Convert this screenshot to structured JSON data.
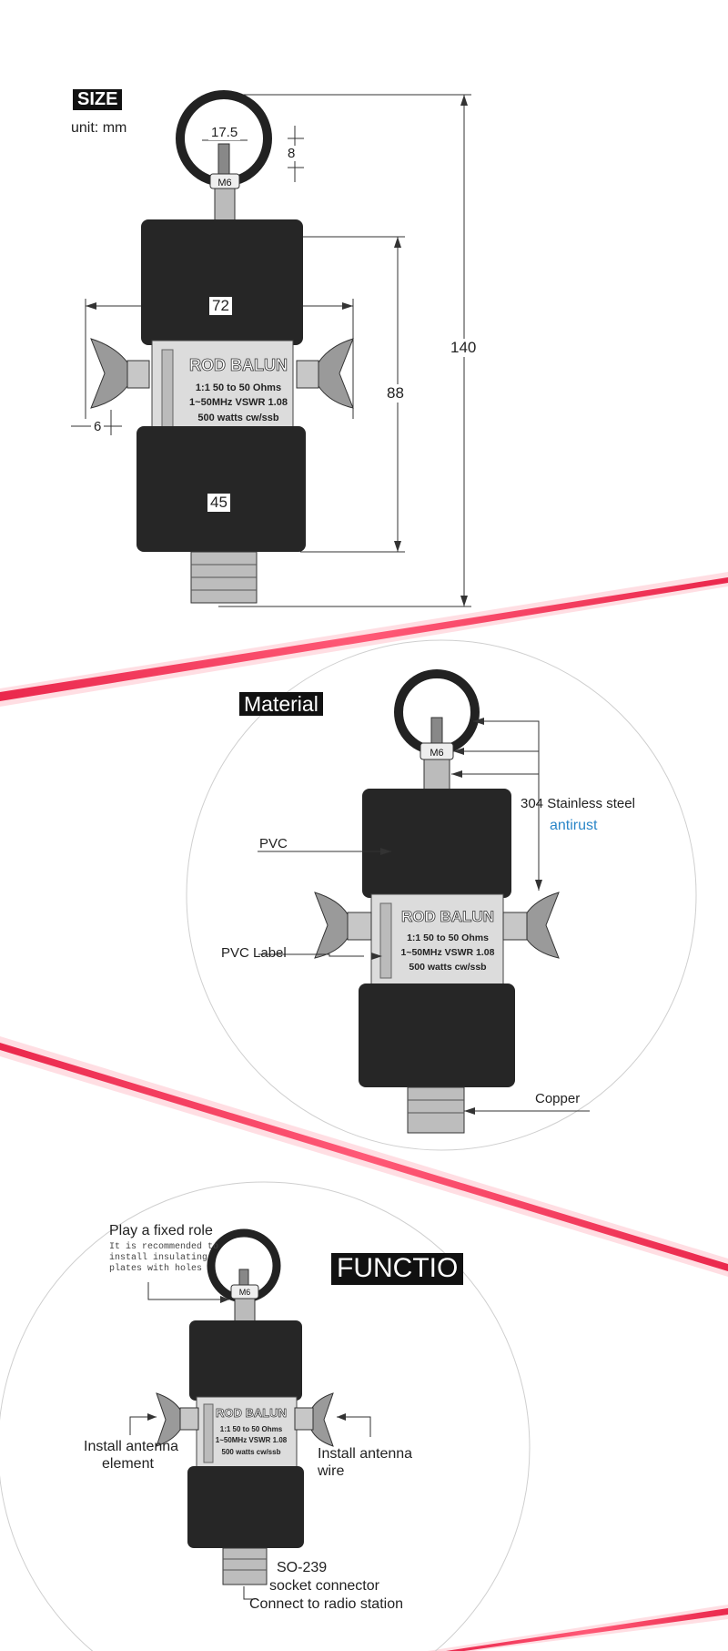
{
  "size_section": {
    "title": "SIZE",
    "unit": "unit: mm",
    "dimensions": {
      "eye_diameter": "17.5",
      "thread_length": "8",
      "nut": "M6",
      "overall_height": "140",
      "width_with_wings": "72",
      "body_height": "88",
      "wing_offset": "6",
      "body_diameter": "45"
    }
  },
  "label_text": {
    "brand": "ROD BALUN",
    "line1": "1:1 50 to 50 Ohms",
    "line2": "1~50MHz VSWR 1.08",
    "line3": "500 watts cw/ssb"
  },
  "material_section": {
    "title": "Material",
    "nut": "M6",
    "callouts": {
      "steel": "304 Stainless steel",
      "antirust": "antirust",
      "pvc": "PVC",
      "pvc_label": "PVC Label",
      "copper": "Copper"
    },
    "accent_color": "#2a86c8"
  },
  "function_section": {
    "title": "FUNCTIO",
    "nut": "M6",
    "callouts": {
      "fixed_role": "Play a fixed role",
      "fixed_note_1": "It is recommended to",
      "fixed_note_2": "install insulating",
      "fixed_note_3": "plates with holes",
      "antenna_element_1": "Install antenna",
      "antenna_element_2": "element",
      "antenna_wire_1": "Install antenna",
      "antenna_wire_2": "wire",
      "so239_1": "SO-239",
      "so239_2": "socket connector",
      "so239_3": "Connect to radio station"
    }
  },
  "colors": {
    "streak": "#e8143c",
    "body": "#262626",
    "line": "#333333"
  }
}
